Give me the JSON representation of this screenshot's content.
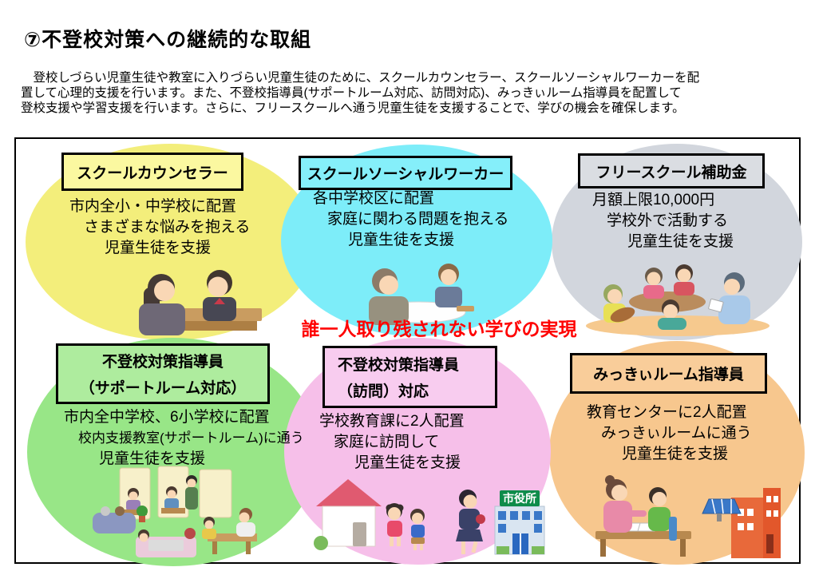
{
  "page": {
    "title": "⑦不登校対策への継続的な取組",
    "intro_lines": [
      "　登校しづらい児童生徒や教室に入りづらい児童生徒のために、スクールカウンセラー、スクールソーシャルワーカーを配",
      "置して心理的支援を行います。また、不登校指導員(サポートルーム対応、訪問対応)、みっきぃルーム指導員を配置して",
      "登校支援や学習支援を行います。さらに、フリースクールへ通う児童生徒を支援することで、学びの機会を確保します。"
    ]
  },
  "diagram": {
    "center_message": "誰一人取り残されない学びの実現",
    "center_message_color": "#FF0000",
    "bubbles": [
      {
        "id": "school-counselor",
        "title": "スクールカウンセラー",
        "lines": [
          "市内全小・中学校に配置",
          "さまざまな悩みを抱える",
          "児童生徒を支援"
        ],
        "ellipse_color": "#F3EE7B",
        "box_color": "#FBF8A0",
        "illustration": "counselor-talking-with-student-at-desk"
      },
      {
        "id": "school-social-worker",
        "title": "スクールソーシャルワーカー",
        "lines": [
          "各中学校区に配置",
          "家庭に関わる問題を抱える",
          "児童生徒を支援"
        ],
        "ellipse_color": "#7DEDF9",
        "box_color": "#85EFFA",
        "illustration": "social-worker-talking-with-boy-at-round-table"
      },
      {
        "id": "free-school-subsidy",
        "title": "フリースクール補助金",
        "lines": [
          "月額上限10,000円",
          "学校外で活動する",
          "児童生徒を支援"
        ],
        "ellipse_color": "#D2D6DD",
        "box_color": "#DADDE2",
        "illustration": "children-with-guitar-and-adult-around-table"
      },
      {
        "id": "support-room-instructor",
        "title_line1": "不登校対策指導員",
        "title_line2": "（サポートルーム対応）",
        "lines": [
          "市内全中学校、6小学校に配置",
          "校内支援教室(サポートルーム)に通う",
          "児童生徒を支援"
        ],
        "ellipse_color": "#98E687",
        "box_color": "#AEEC9E",
        "illustration": "students-studying-in-support-room-with-partitions"
      },
      {
        "id": "home-visit-instructor",
        "title_line1": "不登校対策指導員",
        "title_line2": "（訪問）対応",
        "lines": [
          "学校教育課に2人配置",
          "家庭に訪問して",
          "児童生徒を支援"
        ],
        "sign": "市役所",
        "ellipse_color": "#F6BFE9",
        "box_color": "#F8CCEF",
        "illustration": "staff-walking-from-city-hall-to-home-with-children"
      },
      {
        "id": "mikki-room-instructor",
        "title": "みっきぃルーム指導員",
        "lines": [
          "教育センターに2人配置",
          "みっきぃルームに通う",
          "児童生徒を支援"
        ],
        "ellipse_color": "#F7C78E",
        "box_color": "#F9CD9A",
        "illustration": "teacher-tutoring-boy-beside-education-center-building"
      }
    ]
  }
}
